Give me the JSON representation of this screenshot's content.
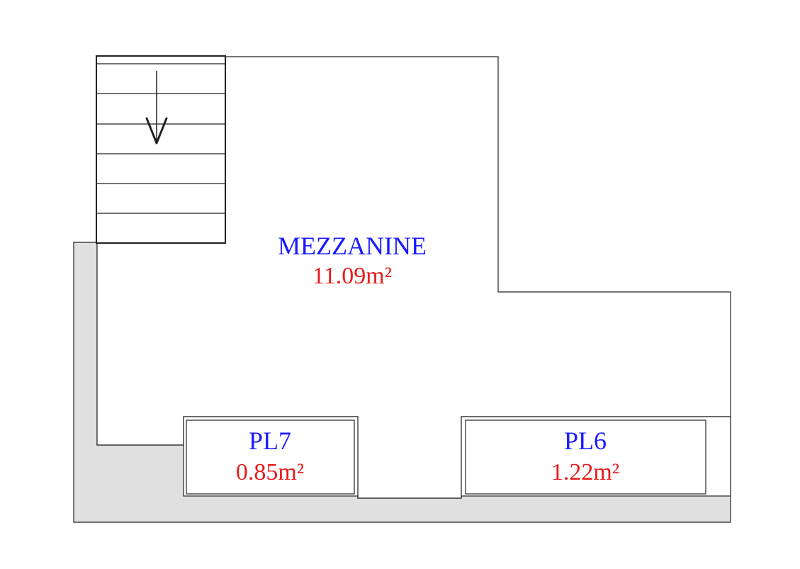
{
  "colors": {
    "name_text": "#1a1aff",
    "area_text": "#e81c1c",
    "wall_fill": "#e0e0e0",
    "line": "#222222",
    "background": "#ffffff"
  },
  "rooms": {
    "mezzanine": {
      "name": "MEZZANINE",
      "area": "11.09m²"
    },
    "pl7": {
      "name": "PL7",
      "area": "0.85m²"
    },
    "pl6": {
      "name": "PL6",
      "area": "1.22m²"
    }
  },
  "stairs": {
    "direction": "down",
    "icon": "down-arrow-icon",
    "treads": 6
  }
}
